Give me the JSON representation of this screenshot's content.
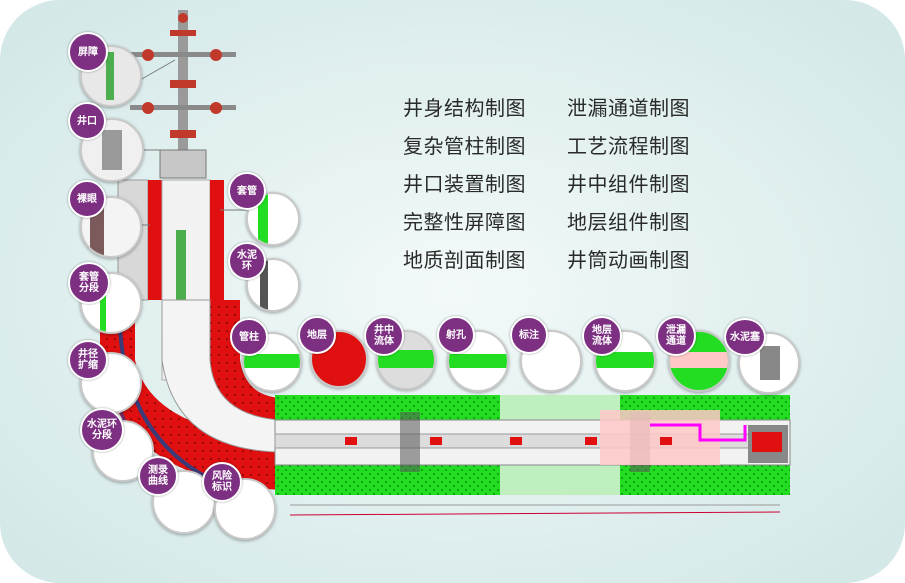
{
  "features": [
    "井身结构制图",
    "泄漏通道制图",
    "复杂管柱制图",
    "工艺流程制图",
    "井口装置制图",
    "井中组件制图",
    "完整性屏障图",
    "地层组件制图",
    "地质剖面制图",
    "井筒动画制图"
  ],
  "callouts": [
    "屏障",
    "井口",
    "裸眼",
    "套管",
    "水泥\n环",
    "套管\n分段",
    "管柱",
    "地层",
    "井中\n流体",
    "射孔",
    "标注",
    "地层\n流体",
    "泄漏\n通道",
    "水泥塞",
    "井径\n扩缩",
    "水泥环\n分段",
    "测录\n曲线",
    "风险\n标识"
  ],
  "colors": {
    "badge": "#7d2f82",
    "formation_green": "#22dd22",
    "cement_red": "#e01010",
    "pipe_grey": "#b8b8b8",
    "leak_path": "#ff00ff",
    "background": "#dfeeee"
  }
}
